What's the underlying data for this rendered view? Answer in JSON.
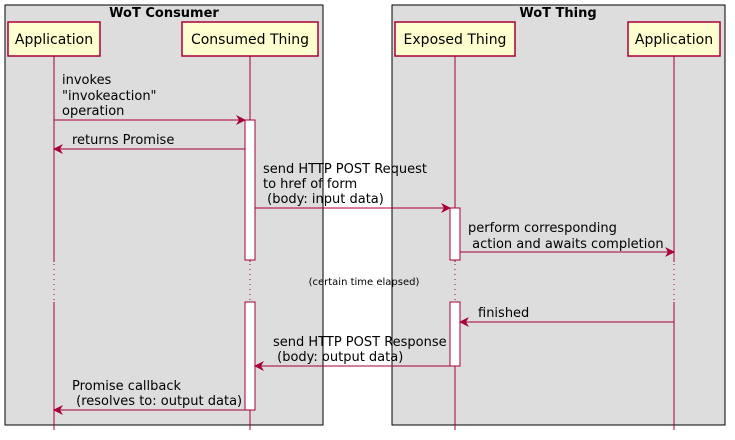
{
  "groups": [
    {
      "id": "consumer",
      "title": "WoT Consumer"
    },
    {
      "id": "thing",
      "title": "WoT Thing"
    }
  ],
  "participants": [
    {
      "id": "consumer-app",
      "label": "Application"
    },
    {
      "id": "consumed-thing",
      "label": "Consumed Thing"
    },
    {
      "id": "exposed-thing",
      "label": "Exposed Thing"
    },
    {
      "id": "thing-app",
      "label": "Application"
    }
  ],
  "messages": [
    {
      "id": "invoke",
      "lines": [
        "invokes",
        "\"invokeaction\"",
        "operation"
      ]
    },
    {
      "id": "returns-promise",
      "lines": [
        "returns Promise"
      ]
    },
    {
      "id": "http-request",
      "lines": [
        "send HTTP POST Request",
        "to href of form",
        " (body: input data)"
      ]
    },
    {
      "id": "perform-action",
      "lines": [
        "perform corresponding",
        " action and awaits completion"
      ]
    },
    {
      "id": "finished",
      "lines": [
        "finished"
      ]
    },
    {
      "id": "http-response",
      "lines": [
        "send HTTP POST Response",
        " (body: output data)"
      ]
    },
    {
      "id": "promise-callback",
      "lines": [
        "Promise callback",
        " (resolves to: output data)"
      ]
    }
  ],
  "delay": {
    "label": "(certain time elapsed)"
  },
  "colors": {
    "group_fill": "#dddddd",
    "group_border": "#000000",
    "participant_fill": "#fefece",
    "line": "#a80036",
    "activation_fill": "#ffffff",
    "text": "#000000"
  }
}
